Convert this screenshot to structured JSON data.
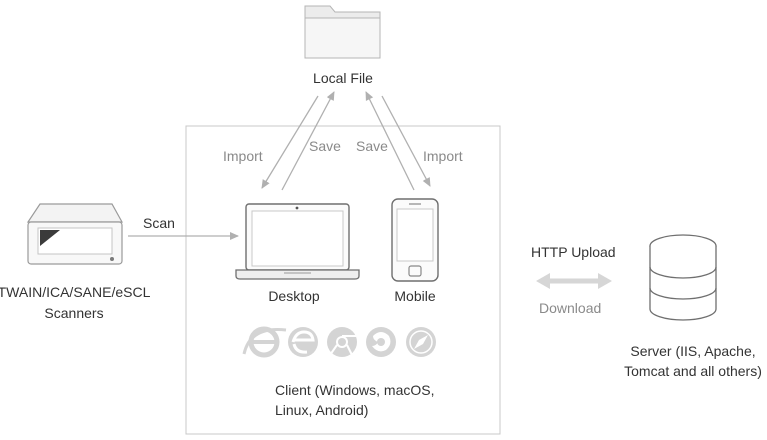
{
  "local_file": {
    "label": "Local File"
  },
  "arrows": {
    "import_left": "Import",
    "save_left": "Save",
    "save_right": "Save",
    "import_right": "Import",
    "scan": "Scan",
    "http_upload": "HTTP Upload",
    "download": "Download"
  },
  "scanner": {
    "line1": "TWAIN/ICA/SANE/eSCL",
    "line2": "Scanners"
  },
  "client": {
    "desktop_label": "Desktop",
    "mobile_label": "Mobile",
    "line1": "Client (Windows, macOS,",
    "line2": "Linux, Android)",
    "browsers": [
      "ie-icon",
      "edge-icon",
      "chrome-icon",
      "firefox-icon",
      "safari-icon"
    ]
  },
  "server": {
    "line1": "Server (IIS, Apache,",
    "line2": "Tomcat and all others)"
  }
}
